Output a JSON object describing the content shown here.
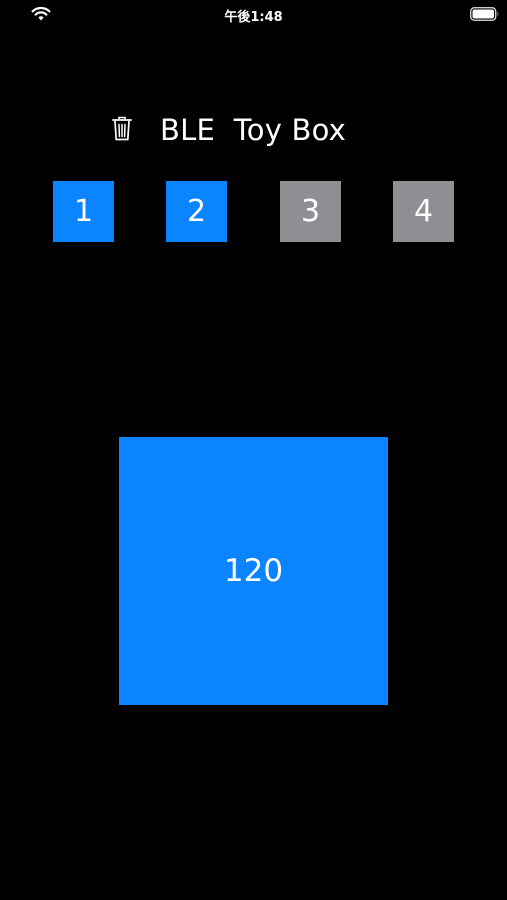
{
  "status_bar": {
    "time": "午後1:48",
    "wifi_icon": "wifi-icon",
    "battery_icon": "battery-icon"
  },
  "header": {
    "trash_icon": "trash-icon",
    "title": "BLE  Toy Box"
  },
  "slots": [
    {
      "label": "1",
      "active": true
    },
    {
      "label": "2",
      "active": true
    },
    {
      "label": "3",
      "active": false
    },
    {
      "label": "4",
      "active": false
    }
  ],
  "main_value": "120",
  "colors": {
    "background": "#000000",
    "active": "#0A84FF",
    "inactive": "#8E8E93",
    "text": "#FFFFFF"
  }
}
